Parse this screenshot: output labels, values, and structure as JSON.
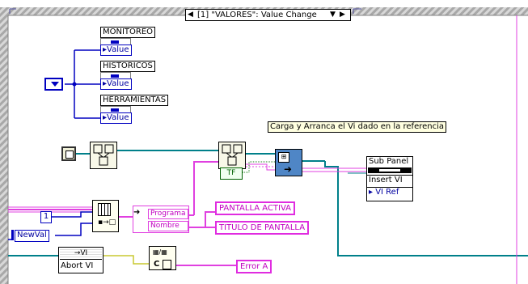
{
  "case_selector": {
    "label": "[1] \"VALORES\": Value Change",
    "decrement_icon": "left-triangle-icon",
    "increment_icon": "right-triangle-icon",
    "menu_icon": "down-triangle-icon"
  },
  "controls": {
    "monitoreo": {
      "label": "MONITOREO",
      "property": "Value"
    },
    "historicos": {
      "label": "HISTORICOS",
      "property": "Value"
    },
    "herramientas": {
      "label": "HERRAMIENTAS",
      "property": "Value"
    }
  },
  "comment": "Carga y Arranca el Vi dado en la referencia",
  "subpanel": {
    "label": "Sub Panel",
    "method": "Insert VI",
    "param": "VI Ref"
  },
  "unbundle": {
    "field1": "Programa",
    "field2": "Nombre"
  },
  "pantalla_activa": "PANTALLA ACTIVA",
  "titulo_pantalla": "TITULO DE PANTALLA",
  "constant_one": "1",
  "newval": "NewVal",
  "abort_vi": {
    "icon_text": "→VI",
    "label": "Abort VI"
  },
  "bool_const": "TF",
  "error_indicator": "Error A",
  "error_node_text": "C",
  "colors": {
    "pink_wire": "#e040e0",
    "blue_wire": "#0000c0",
    "teal_wire": "#00808a",
    "frame_stripe": "#b4b4b4",
    "green_wire": "#208020"
  }
}
